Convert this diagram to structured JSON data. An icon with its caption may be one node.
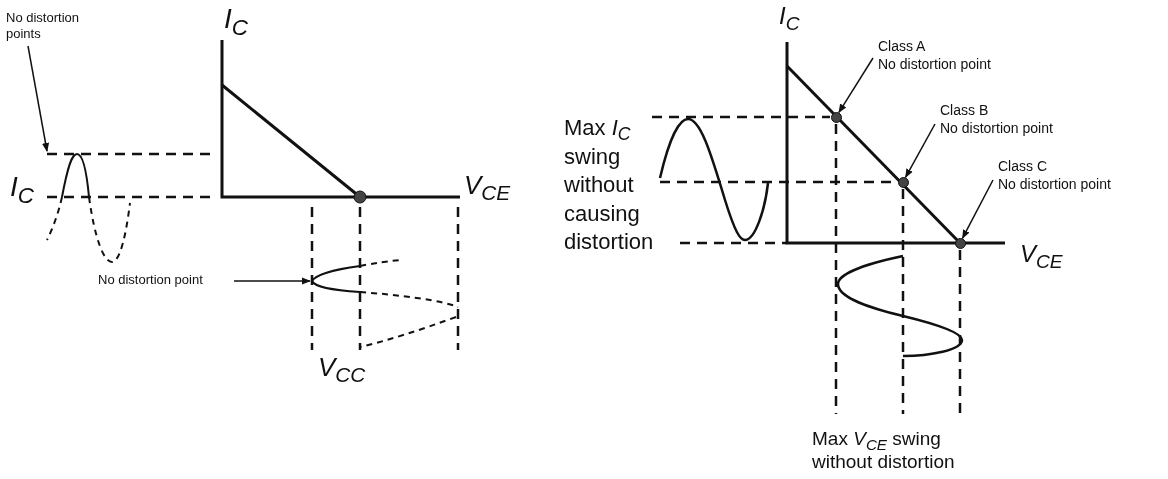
{
  "diagram": {
    "nodes": [
      {
        "text": [
          "No distortion points"
        ]
      },
      {
        "text": [
          "No distortion point"
        ]
      },
      {
        "text": [
          "Class A",
          "No distortion point"
        ]
      },
      {
        "text": [
          "Class B",
          "No distortion point"
        ]
      },
      {
        "text": [
          "Class C",
          "No distortion point"
        ]
      },
      {
        "text": [],
        "shape": "circle"
      },
      {
        "text": [],
        "shape": "circle"
      },
      {
        "text": [],
        "shape": "circle"
      },
      {
        "text": [],
        "shape": "wave"
      },
      {
        "text": [],
        "shape": "wave"
      }
    ],
    "edges": [
      {
        "from": 0,
        "to": 8,
        "arrow": "to"
      },
      {
        "from": 1,
        "to": 9,
        "arrow": "to"
      },
      {
        "from": 2,
        "to": 5,
        "arrow": "to"
      },
      {
        "from": 3,
        "to": 6,
        "arrow": "to"
      },
      {
        "from": 4,
        "to": 7,
        "arrow": "to"
      }
    ],
    "labels": [
      "I$_{C}$",
      "I$_{C}$",
      "V$_{CE}$",
      "V$_{CC}$",
      "I$_{C}$",
      "Max *I*$_{C}$ swing without causing distortion",
      "V$_{CE}$",
      "Max *V*$_{CE}$ swing without distortion"
    ]
  }
}
